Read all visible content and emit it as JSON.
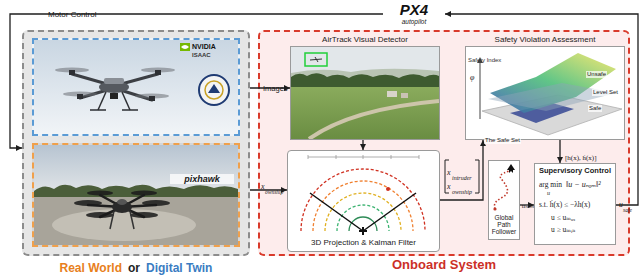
{
  "diagram": {
    "nodes": [
      {
        "text": [
          "PX4",
          "autopilot"
        ]
      },
      {
        "text": [
          "Real World",
          "or",
          "Digital Twin"
        ]
      },
      {
        "text": [
          "NVIDIA",
          "ISAAC"
        ],
        "in": 1
      },
      {
        "text": [
          "pixhawk"
        ],
        "in": 1
      },
      {
        "text": [
          "Onboard System"
        ]
      },
      {
        "text": [
          "AirTrack Visual Detector"
        ],
        "in": 4
      },
      {
        "text": [
          "3D Projection & Kalman Filter"
        ],
        "in": 4
      },
      {
        "text": [
          "Safety Violation Assessment"
        ],
        "in": 4
      },
      {
        "text": [
          "Global Path Follower"
        ],
        "in": 4
      },
      {
        "text": [
          "Supervisory Control",
          "arg min",
          "‖u − uₙₒₘ‖²",
          "u",
          "s.t. ḣ(x) ≤ −λh(x)",
          "u ≤ uₘₐₓ",
          "u ≥ uₘᵢₙ"
        ],
        "in": 4
      }
    ],
    "edges": [
      {
        "from": 0,
        "to": 1,
        "arrow": "to",
        "label": "Motor Control"
      },
      {
        "from": 1,
        "to": 5,
        "arrow": "to",
        "label": "Images"
      },
      {
        "from": 1,
        "to": 6,
        "arrow": "to"
      },
      {
        "from": 5,
        "to": 6,
        "arrow": "to"
      },
      {
        "from": 6,
        "to": 7,
        "arrow": "to"
      },
      {
        "from": 7,
        "to": 9,
        "arrow": "to"
      },
      {
        "from": 8,
        "to": 9,
        "arrow": "to",
        "label": "uₙₒₘ"
      },
      {
        "from": 9,
        "to": 0,
        "arrow": "to"
      }
    ],
    "labels": [
      "x",
      "ownship",
      "x",
      "intruder",
      "x",
      "ownship",
      "[h(x), ḣ(x)]",
      "u",
      "safe",
      "Safety Index",
      "φ",
      "Unsafe",
      "Safe",
      "Level Set",
      "The Safe Set"
    ]
  }
}
